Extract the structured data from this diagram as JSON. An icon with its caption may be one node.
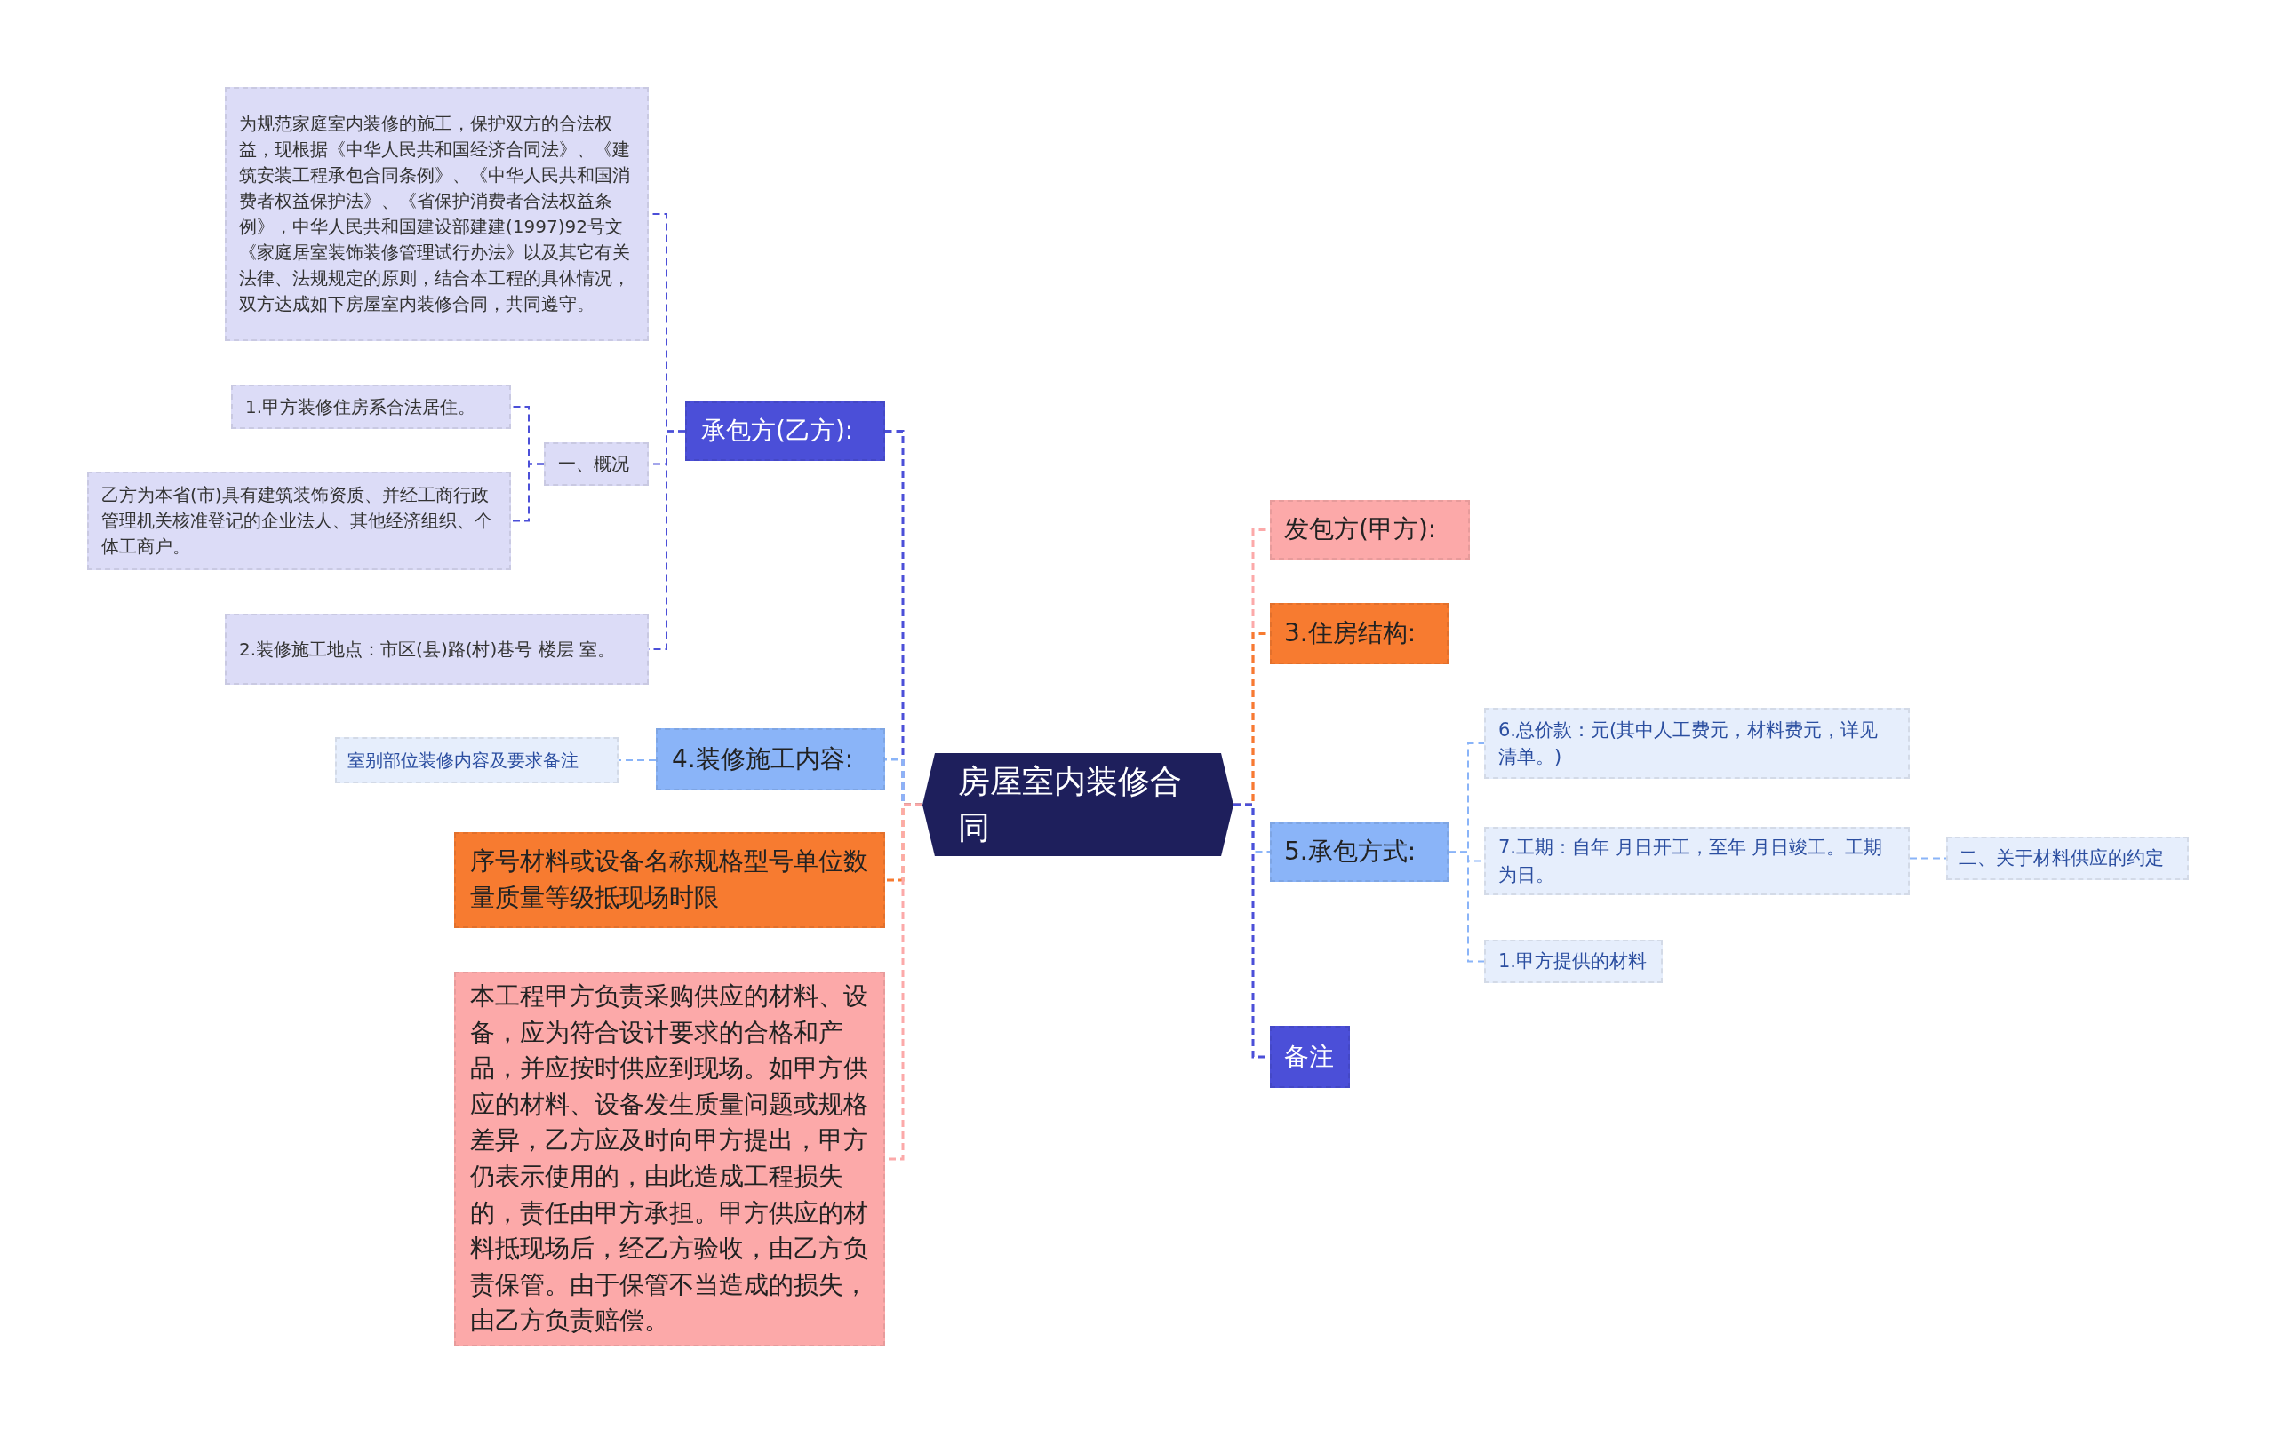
{
  "diagram": {
    "nodes": [
      {
        "text": [
          "房屋室内装修合同"
        ]
      },
      {
        "text": [
          "承包方(乙方):"
        ]
      },
      {
        "text": [
          "为规范家庭室内装修的施工，保护双方的合法权益，现根据《中华人民共和国经济合同法》、《建筑安装工程承包合同条例》、《中华人民共和国消费者权益保护法》、《省保护消费者合法权益条例》，中华人民共和国建设部建建(1997)92号文《家庭居室装饰装修管理试行办法》以及其它有关法律、法规规定的原则，结合本工程的具体情况，双方达成如下房屋室内装修合同，共同遵守。"
        ]
      },
      {
        "text": [
          "1.甲方装修住房系合法居住。"
        ]
      },
      {
        "text": [
          "一、概况"
        ]
      },
      {
        "text": [
          "乙方为本省(市)具有建筑装饰资质、并经工商行政管理机关核准登记的企业法人、其他经济组织、个体工商户。"
        ]
      },
      {
        "text": [
          "2.装修施工地点：市区(县)路(村)巷号 楼层 室。"
        ]
      },
      {
        "text": [
          "室别部位装修内容及要求备注"
        ]
      },
      {
        "text": [
          "4.装修施工内容:"
        ]
      },
      {
        "text": [
          "序号材料或设备名称规格型号单位数量质量等级抵现场时限"
        ]
      },
      {
        "text": [
          "本工程甲方负责采购供应的材料、设备，应为符合设计要求的合格和产品，并应按时供应到现场。如甲方供应的材料、设备发生质量问题或规格差异，乙方应及时向甲方提出，甲方仍表示使用的，由此造成工程损失的，责任由甲方承担。甲方供应的材料抵现场后，经乙方验收，由乙方负责保管。由于保管不当造成的损失，由乙方负责赔偿。"
        ]
      },
      {
        "text": [
          "发包方(甲方):"
        ]
      },
      {
        "text": [
          "3.住房结构:"
        ]
      },
      {
        "text": [
          "5.承包方式:"
        ]
      },
      {
        "text": [
          "6.总价款：元(其中人工费元，材料费元，详见清单。)"
        ]
      },
      {
        "text": [
          "7.工期：自年 月日开工，至年 月日竣工。工期为日。"
        ]
      },
      {
        "text": [
          "二、关于材料供应的约定"
        ]
      },
      {
        "text": [
          "1.甲方提供的材料"
        ]
      },
      {
        "text": [
          "备注"
        ]
      }
    ],
    "edges": [
      {
        "from": 0,
        "to": 1,
        "arrow": "none",
        "color": "#4b4fd8"
      },
      {
        "from": 1,
        "to": 2,
        "arrow": "none",
        "color": "#4b4fd8"
      },
      {
        "from": 1,
        "to": 4,
        "arrow": "none",
        "color": "#4b4fd8"
      },
      {
        "from": 4,
        "to": 3,
        "arrow": "none",
        "color": "#4b4fd8"
      },
      {
        "from": 4,
        "to": 5,
        "arrow": "none",
        "color": "#4b4fd8"
      },
      {
        "from": 1,
        "to": 6,
        "arrow": "none",
        "color": "#4b4fd8"
      },
      {
        "from": 0,
        "to": 8,
        "arrow": "none",
        "color": "#8ab4f8"
      },
      {
        "from": 8,
        "to": 7,
        "arrow": "none",
        "color": "#8ab4f8"
      },
      {
        "from": 0,
        "to": 9,
        "arrow": "none",
        "color": "#f77b30"
      },
      {
        "from": 0,
        "to": 10,
        "arrow": "none",
        "color": "#fca9a9"
      },
      {
        "from": 0,
        "to": 11,
        "arrow": "none",
        "color": "#fca9a9"
      },
      {
        "from": 0,
        "to": 12,
        "arrow": "none",
        "color": "#f77b30"
      },
      {
        "from": 0,
        "to": 13,
        "arrow": "none",
        "color": "#8ab4f8"
      },
      {
        "from": 13,
        "to": 14,
        "arrow": "none",
        "color": "#8ab4f8"
      },
      {
        "from": 13,
        "to": 15,
        "arrow": "none",
        "color": "#8ab4f8"
      },
      {
        "from": 15,
        "to": 16,
        "arrow": "none",
        "color": "#8ab4f8"
      },
      {
        "from": 13,
        "to": 17,
        "arrow": "none",
        "color": "#8ab4f8"
      },
      {
        "from": 0,
        "to": 18,
        "arrow": "none",
        "color": "#4b4fd8"
      }
    ]
  }
}
